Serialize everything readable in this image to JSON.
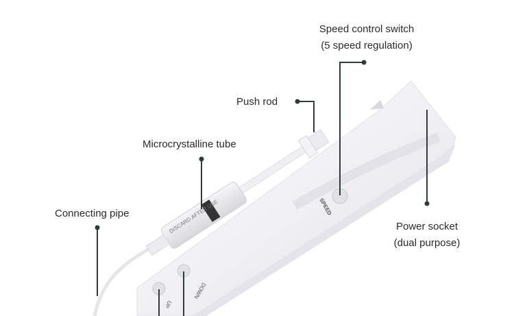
{
  "labels": {
    "speed_switch": {
      "line1": "Speed control switch",
      "line2": "(5 speed regulation)"
    },
    "push_rod": "Push rod",
    "micro_tube": "Microcrystalline tube",
    "connecting_pipe": "Connecting pipe",
    "power_socket": {
      "line1": "Power socket",
      "line2": "(dual purpose)"
    }
  },
  "device_text": {
    "speed": "SPEED",
    "up": "UP",
    "down": "DOWN",
    "syringe": "DISCARD AFTER USE"
  },
  "colors": {
    "leader": "#2f3b3b",
    "body": "#f1f1f4",
    "text": "#2b2b2b"
  }
}
